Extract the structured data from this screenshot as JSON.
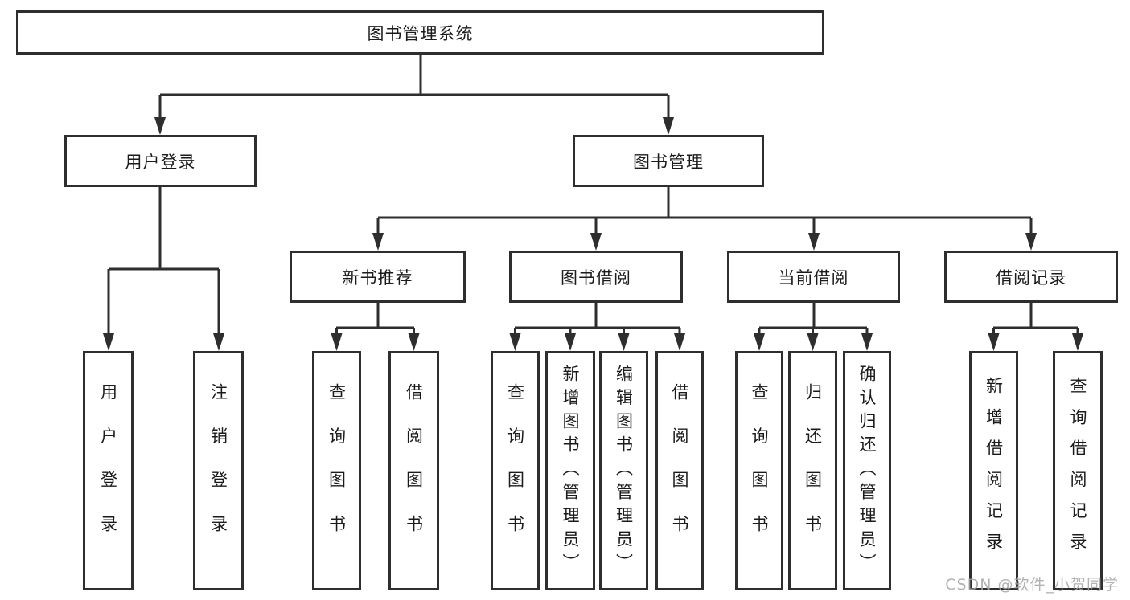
{
  "title": "图书管理系统",
  "watermark": "CSDN @软件_小贺同学",
  "colors": {
    "line": "#2e2e2e",
    "box_border": "#2e2e2e",
    "text": "#1b1b1b",
    "background": "#ffffff",
    "watermark": "#a4a4a4"
  },
  "tree": {
    "root": {
      "label": "图书管理系统"
    },
    "branches": [
      {
        "label": "用户登录",
        "children": [
          {
            "label": "用户登录"
          },
          {
            "label": "注销登录"
          }
        ]
      },
      {
        "label": "图书管理",
        "children": [
          {
            "label": "新书推荐",
            "children": [
              {
                "label": "查询图书"
              },
              {
                "label": "借阅图书"
              }
            ]
          },
          {
            "label": "图书借阅",
            "children": [
              {
                "label": "查询图书"
              },
              {
                "label": "新增图书（管理员）"
              },
              {
                "label": "编辑图书（管理员）"
              },
              {
                "label": "借阅图书"
              }
            ]
          },
          {
            "label": "当前借阅",
            "children": [
              {
                "label": "查询图书"
              },
              {
                "label": "归还图书"
              },
              {
                "label": "确认归还（管理员）"
              }
            ]
          },
          {
            "label": "借阅记录",
            "children": [
              {
                "label": "新增借阅记录"
              },
              {
                "label": "查询借阅记录"
              }
            ]
          }
        ]
      }
    ]
  }
}
